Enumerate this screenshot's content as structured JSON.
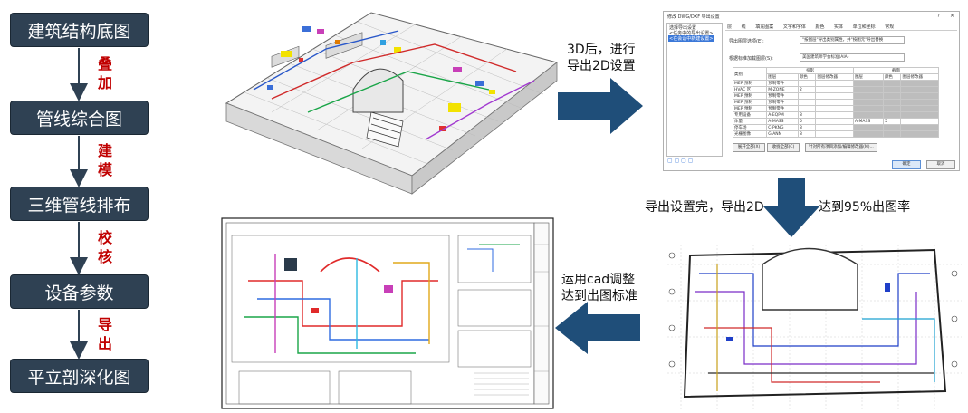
{
  "workflow": {
    "steps": [
      {
        "label": "建筑结构底图"
      },
      {
        "label": "管线综合图"
      },
      {
        "label": "三维管线排布"
      },
      {
        "label": "设备参数"
      },
      {
        "label": "平立剖深化图"
      }
    ],
    "connector_labels": [
      {
        "chars": [
          "叠",
          "加"
        ]
      },
      {
        "chars": [
          "建",
          "模"
        ]
      },
      {
        "chars": [
          "校",
          "核"
        ]
      },
      {
        "chars": [
          "导",
          "出"
        ]
      }
    ]
  },
  "captions": {
    "after_3d": [
      "3D后，进行",
      "导出2D设置"
    ],
    "export_done": "导出设置完，导出2D",
    "rate": "达到95%出图率",
    "cad_adjust": [
      "运用cad调整",
      "达到出图标准"
    ]
  },
  "dialog": {
    "title": "修改 DWG/DXF 导出设置",
    "close": "×",
    "help": "?",
    "sidebar_header": "选择导出设置",
    "sidebar_items": [
      "<任务中的导出设置>",
      "<在会话中新建设置>"
    ],
    "tabs": [
      "层",
      "线",
      "填充图案",
      "文字和字体",
      "颜色",
      "实体",
      "单位和坐标",
      "常规"
    ],
    "field1_label": "导出图层选项(E):",
    "field1_value": "\"按图层\"导出类别属性，并\"按图元\"导出替换",
    "field2_label": "根据标准加载图层(S):",
    "field2_value": "美国建筑师学会标准(AIA)",
    "table_group_projection": "投影",
    "table_group_cut": "截面",
    "table_columns": [
      "类别",
      "图层",
      "颜色",
      "图层修改器",
      "图层",
      "颜色",
      "图层修改器"
    ],
    "table_rows": [
      {
        "name": "MEP 预制",
        "layer": "预制零件",
        "color": ""
      },
      {
        "name": "HVAC 区",
        "layer": "M-ZONE",
        "color": "2"
      },
      {
        "name": "MEP 预制",
        "layer": "预制零件",
        "color": ""
      },
      {
        "name": "MEP 预制",
        "layer": "预制零件",
        "color": ""
      },
      {
        "name": "MEP 预制",
        "layer": "预制零件",
        "color": ""
      },
      {
        "name": "专用设备",
        "layer": "A-EQPM",
        "color": "8"
      },
      {
        "name": "体量",
        "layer": "A-MASS",
        "color": "5",
        "cut_layer": "A-MASS",
        "cut_color": "5"
      },
      {
        "name": "停车场",
        "layer": "C-PKNG",
        "color": "8"
      },
      {
        "name": "光栅图像",
        "layer": "G-ANN",
        "color": "8"
      }
    ],
    "buttons_left": [
      "展开全部(X)",
      "收拢全部(C)"
    ],
    "button_mid": "针对所有项目添加/编辑修改器(M)...",
    "ok": "确定",
    "cancel": "取消"
  },
  "colors": {
    "step_fill": "#2f4153",
    "arrow": "#1f4e79",
    "connector_text": "#c00000"
  }
}
